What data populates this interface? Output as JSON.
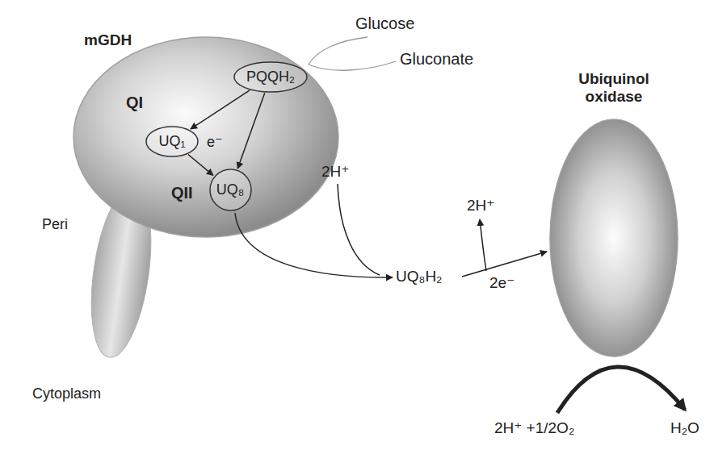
{
  "diagram": {
    "nodes": [
      {
        "text": [
          "mGDH"
        ]
      },
      {
        "text": [
          "PQQH₂"
        ],
        "in": 0
      },
      {
        "text": [
          "UQ₁"
        ],
        "in": 0
      },
      {
        "text": [
          "UQ₈"
        ],
        "in": 0
      },
      {
        "text": [
          "Ubiquinol oxidase"
        ]
      }
    ],
    "edges": [
      {
        "from": 1,
        "to": 2,
        "arrow": "to"
      },
      {
        "from": 1,
        "to": 3,
        "arrow": "to"
      },
      {
        "from": 2,
        "to": 3,
        "arrow": "to"
      }
    ],
    "labels": [
      "QI",
      "QII",
      "e⁻",
      "Glucose",
      "Gluconate",
      "Peri",
      "Cytoplasm",
      "2H⁺",
      "UQ₈H₂",
      "2H⁺",
      "2e⁻",
      "2H⁺ +1/2O₂",
      "H₂O"
    ]
  }
}
